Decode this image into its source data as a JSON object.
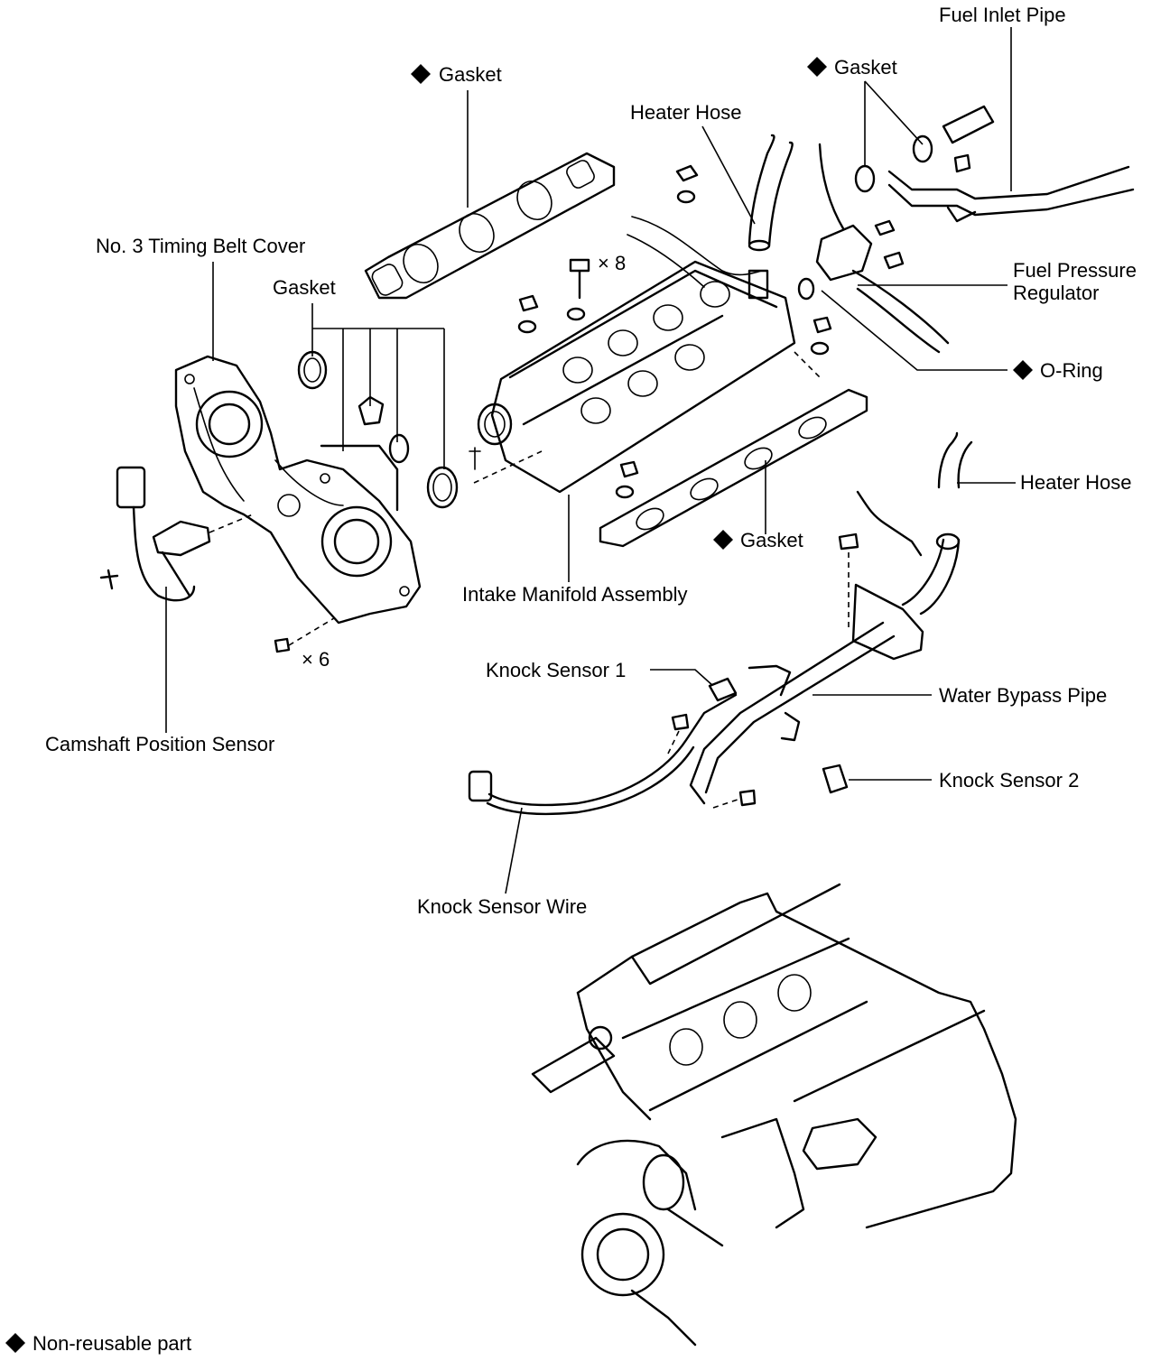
{
  "labels": {
    "fuel_inlet_pipe": "Fuel Inlet Pipe",
    "gasket_top": "Gasket",
    "gasket_upper_right": "Gasket",
    "heater_hose_top": "Heater Hose",
    "timing_belt_cover": "No. 3 Timing Belt Cover",
    "gasket_left": "Gasket",
    "bolt_count_8": "× 8",
    "fuel_pressure_regulator_line1": "Fuel Pressure",
    "fuel_pressure_regulator_line2": "Regulator",
    "o_ring": "O-Ring",
    "heater_hose_right": "Heater Hose",
    "gasket_lower": "Gasket",
    "intake_manifold_assembly": "Intake Manifold Assembly",
    "bolt_count_6": "× 6",
    "knock_sensor_1": "Knock Sensor 1",
    "water_bypass_pipe": "Water Bypass Pipe",
    "camshaft_position_sensor": "Camshaft Position Sensor",
    "knock_sensor_2": "Knock Sensor 2",
    "knock_sensor_wire": "Knock Sensor Wire"
  },
  "legend": {
    "text": "Non-reusable part",
    "symbol": "diamond"
  },
  "colors": {
    "ink": "#000000",
    "paper": "#ffffff"
  }
}
